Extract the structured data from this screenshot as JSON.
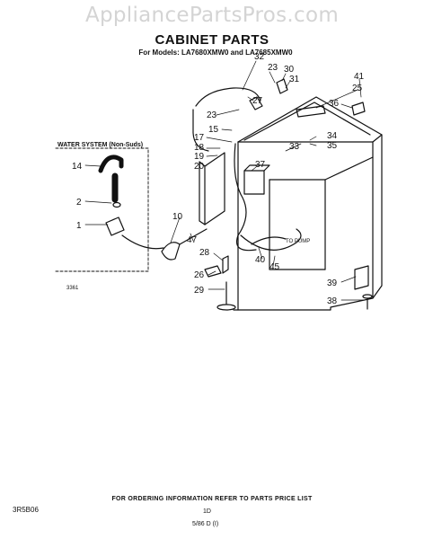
{
  "watermark": "AppliancePartsPros.com",
  "title": "CABINET PARTS",
  "subtitle": "For Models: LA7680XMW0 and LA7685XMW0",
  "inset_label": "WATER SYSTEM (Non-Suds)",
  "drawing_code": "3361",
  "callouts": {
    "c32": "32",
    "c23a": "23",
    "c30": "30",
    "c31": "31",
    "c41": "41",
    "c25": "25",
    "c27": "27",
    "c23b": "23",
    "c36": "36",
    "c15": "15",
    "c17": "17",
    "c18": "18",
    "c19": "19",
    "c20": "20",
    "c33": "33",
    "c34": "34",
    "c35": "35",
    "c37": "37",
    "c14": "14",
    "c2": "2",
    "c1": "1",
    "c10": "10",
    "c47": "47",
    "c28": "28",
    "c40": "40",
    "c45": "45",
    "c26": "26",
    "c29": "29",
    "c39": "39",
    "c38": "38"
  },
  "pump_label": "TO PUMP",
  "footer": {
    "ordering": "FOR ORDERING INFORMATION REFER TO PARTS PRICE LIST",
    "doc_id": "3R5B06",
    "page": "1D",
    "code": "5/86  D (I)"
  }
}
